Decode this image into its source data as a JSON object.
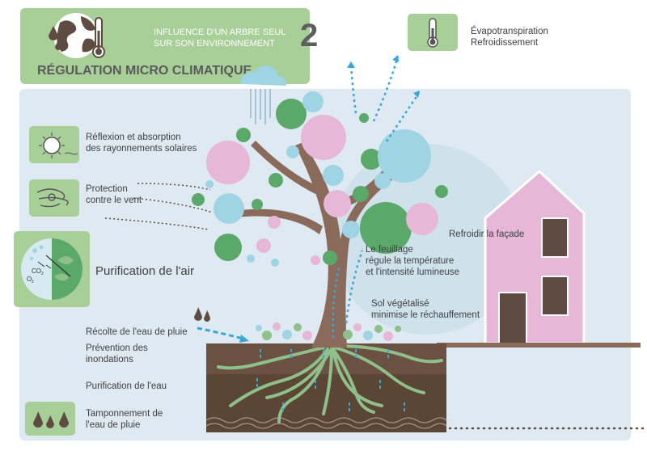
{
  "header": {
    "subtitle_line1": "INFLUENCE D'UN ARBRE SEUL",
    "subtitle_line2": "SUR SON ENVIRONNEMENT",
    "number": "2",
    "title": "RÉGULATION MICRO CLIMATIQUE"
  },
  "legend": {
    "line1": "Évapotranspiration",
    "line2": "Refroidissement"
  },
  "labels": {
    "solar_line1": "Réflexion et absorption",
    "solar_line2": "des rayonnements solaires",
    "wind_line1": "Protection",
    "wind_line2": "contre le vent",
    "air": "Purification de l'air",
    "co2": "CO",
    "o2": "O",
    "rain_harvest": "Récolte de l'eau de pluie",
    "flood_line1": "Prévention des",
    "flood_line2": "inondations",
    "water_purif": "Purification de l'eau",
    "buffer_line1": "Tamponnement de",
    "buffer_line2": "l'eau de pluie",
    "foliage_line1": "Le feuillage",
    "foliage_line2": "régule la température",
    "foliage_line3": "et l'intensité lumineuse",
    "soil_line1": "Sol végétalisé",
    "soil_line2": "minimise le réchauffement",
    "facade": "Refroidir la façade"
  },
  "colors": {
    "green": "#a9cf98",
    "dark_green": "#5aa86a",
    "pink": "#e6b7d6",
    "blue": "#9ed4e3",
    "panel": "#dfe9f1",
    "soil": "#5b4535",
    "trunk": "#8a6a5a",
    "arrow_blue": "#3aa6d6"
  }
}
